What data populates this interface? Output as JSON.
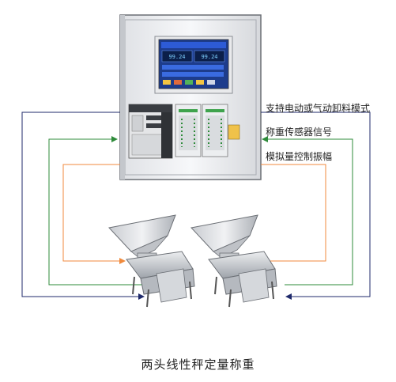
{
  "annotations": {
    "drive_mode": "支持电动或气动卸料模式",
    "load_cell": "称重传感器信号",
    "analog": "模拟量控制振幅"
  },
  "caption": "两头线性秤定量称重",
  "screen": {
    "left_reading": "99.24",
    "right_reading": "99.24"
  },
  "colors": {
    "navy_line": "#1f2a6b",
    "green_line": "#2e8b3a",
    "orange_line": "#f08a3c",
    "cabinet": "#f2f3f5",
    "screen_blue": "#1d3c8c"
  },
  "icons": [
    "arrow-icon"
  ]
}
